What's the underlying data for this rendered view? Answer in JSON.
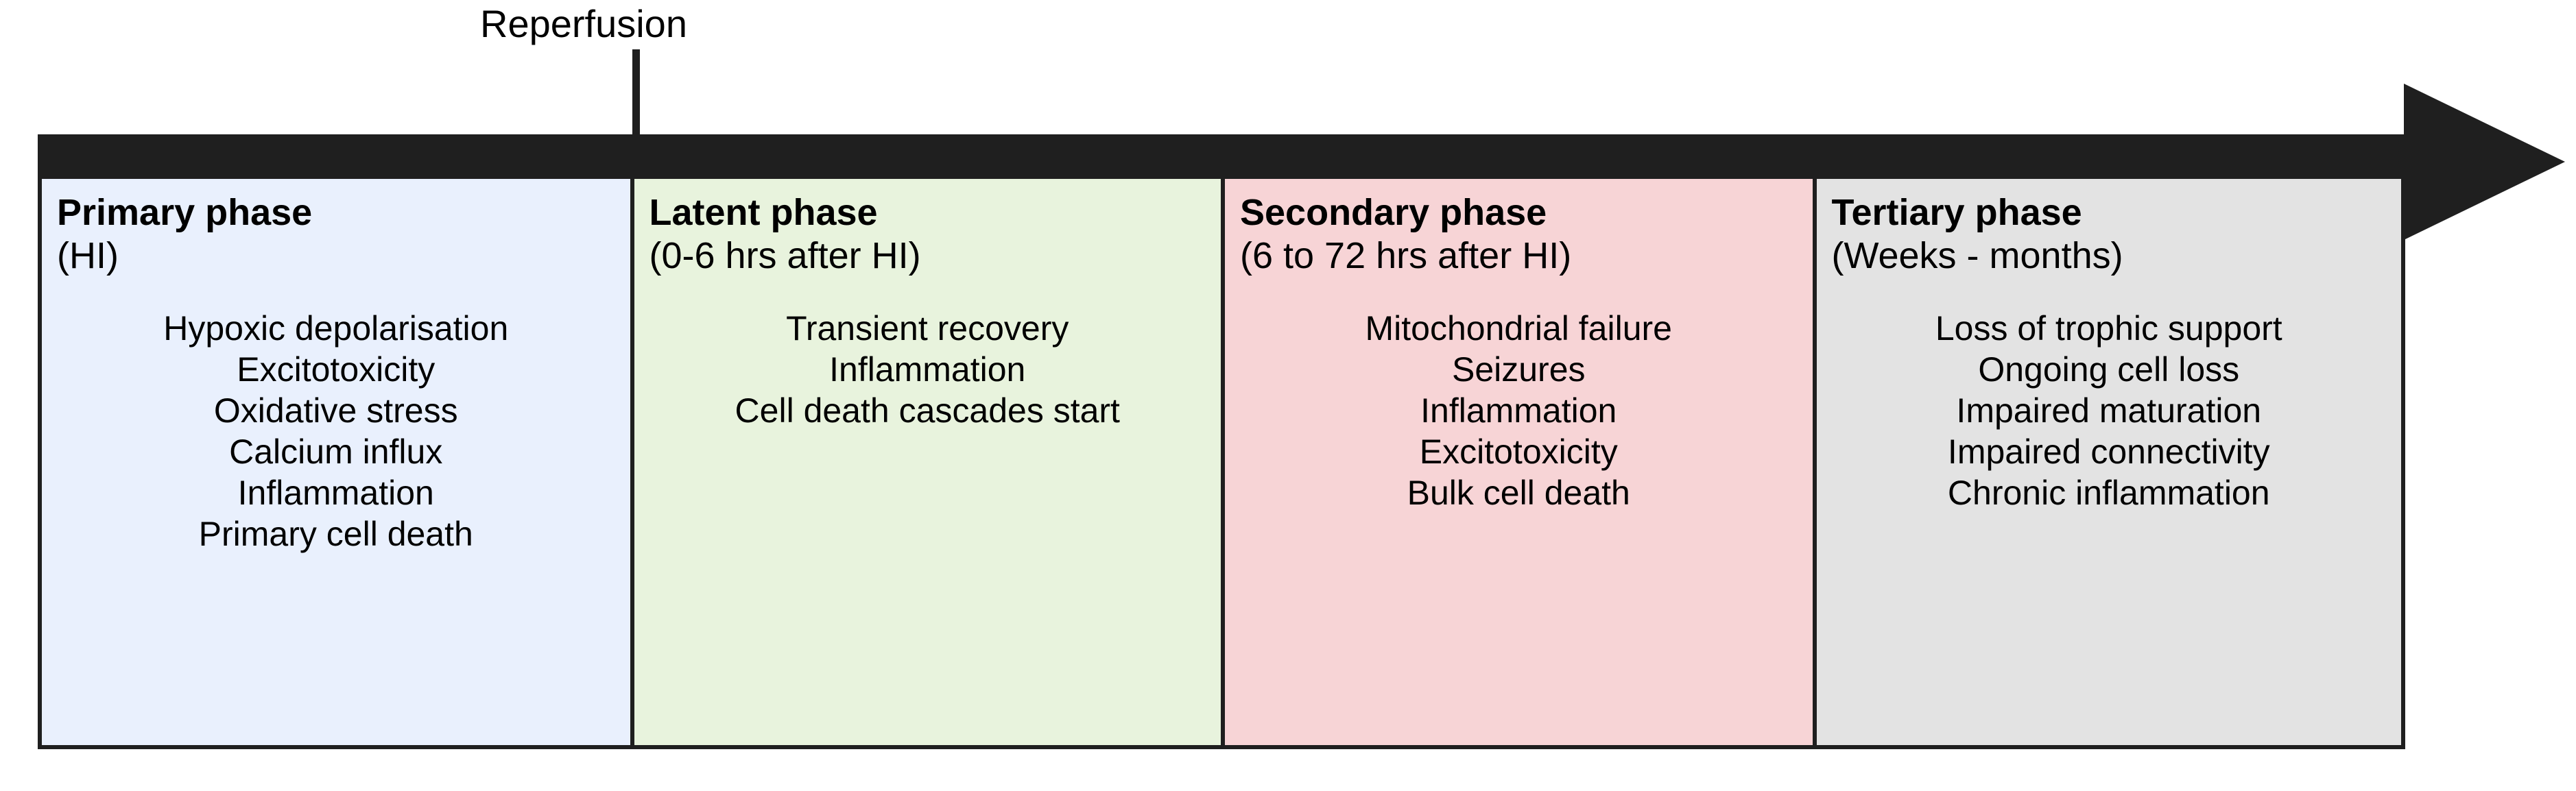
{
  "annotation": {
    "reperfusion_label": "Reperfusion"
  },
  "arrow": {
    "name": "timeline-arrow",
    "direction": "right",
    "color": "#1f1f1f"
  },
  "colors": {
    "primary_fill": "#e9f0fd",
    "latent_fill": "#e8f3dd",
    "secondary_fill": "#f7d4d6",
    "tertiary_fill": "#e3e3e3",
    "outline": "#1f1f1f",
    "text": "#000000"
  },
  "phases": [
    {
      "title": "Primary phase",
      "subtitle": "(HI)",
      "items": [
        "Hypoxic depolarisation",
        "Excitotoxicity",
        "Oxidative stress",
        "Calcium influx",
        "Inflammation",
        "Primary cell death"
      ]
    },
    {
      "title": "Latent phase",
      "subtitle": "(0-6 hrs after HI)",
      "items": [
        "Transient recovery",
        "Inflammation",
        "Cell death cascades start"
      ]
    },
    {
      "title": "Secondary phase",
      "subtitle": "(6 to 72 hrs after HI)",
      "items": [
        "Mitochondrial failure",
        "Seizures",
        "Inflammation",
        "Excitotoxicity",
        "Bulk cell death"
      ]
    },
    {
      "title": "Tertiary phase",
      "subtitle": "(Weeks - months)",
      "items": [
        "Loss of trophic support",
        "Ongoing cell loss",
        "Impaired maturation",
        "Impaired connectivity",
        "Chronic inflammation"
      ]
    }
  ]
}
